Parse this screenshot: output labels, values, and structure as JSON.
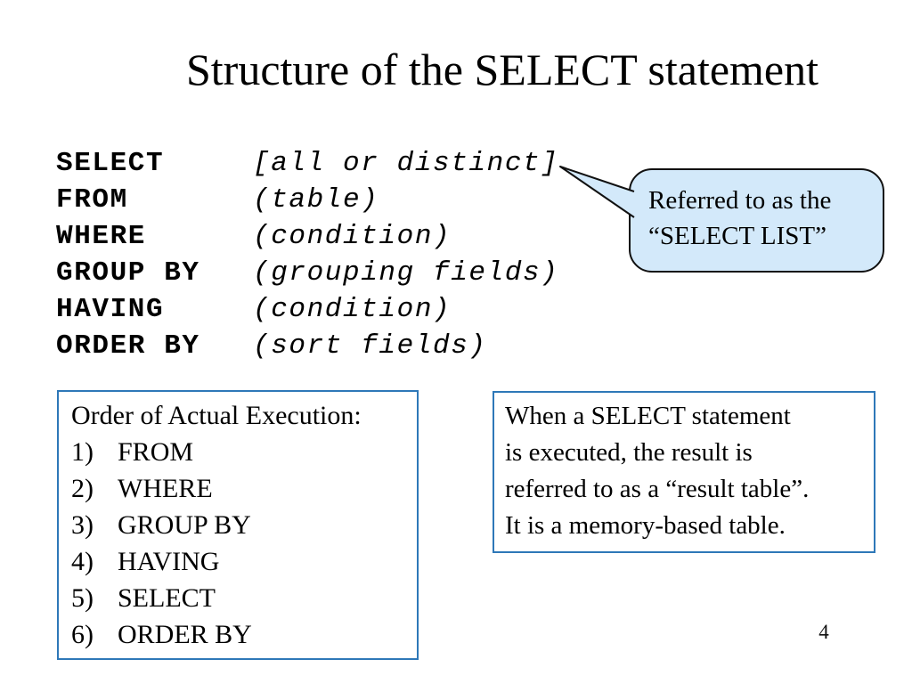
{
  "slide": {
    "title": "Structure of the SELECT statement",
    "page_number": "4",
    "colors": {
      "background": "#ffffff",
      "text": "#000000",
      "box_border": "#2e78b8",
      "callout_fill": "#d3e9fa",
      "callout_border": "#111111"
    },
    "sql": {
      "rows": [
        {
          "keyword": "SELECT",
          "value": "[all or distinct]"
        },
        {
          "keyword": "FROM",
          "value": "(table)"
        },
        {
          "keyword": "WHERE",
          "value": "(condition)"
        },
        {
          "keyword": "GROUP BY",
          "value": "(grouping fields)"
        },
        {
          "keyword": "HAVING",
          "value": "(condition)"
        },
        {
          "keyword": "ORDER BY",
          "value": "(sort fields)"
        }
      ]
    },
    "callout": {
      "line1": "Referred to as the",
      "line2": "“SELECT LIST”"
    },
    "execution_box": {
      "title": "Order of Actual Execution:",
      "items": [
        {
          "num": "1)",
          "label": "FROM"
        },
        {
          "num": "2)",
          "label": "WHERE"
        },
        {
          "num": "3)",
          "label": "GROUP BY"
        },
        {
          "num": "4)",
          "label": "HAVING"
        },
        {
          "num": "5)",
          "label": "SELECT"
        },
        {
          "num": "6)",
          "label": "ORDER BY"
        }
      ]
    },
    "result_box": {
      "lines": [
        "When a SELECT statement",
        "is executed, the result is",
        "referred to as a “result table”.",
        "It is a memory-based table."
      ]
    }
  }
}
